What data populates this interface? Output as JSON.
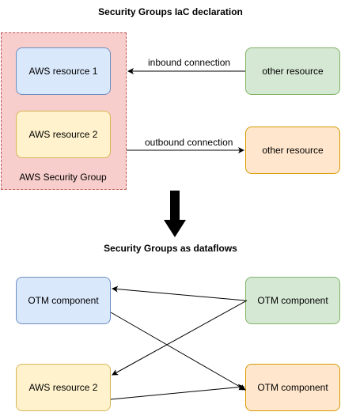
{
  "top": {
    "title": "Security Groups IaC declaration",
    "group_label": "AWS Security Group",
    "resource1": "AWS resource 1",
    "resource2": "AWS resource 2",
    "other_top": "other resource",
    "other_bottom": "other resource",
    "inbound_label": "inbound connection",
    "outbound_label": "outbound connection"
  },
  "bottom": {
    "title": "Security Groups as dataflows",
    "otm_left": "OTM component",
    "aws_resource2": "AWS resource 2",
    "otm_right_top": "OTM component",
    "otm_right_bottom": "OTM component"
  },
  "colors": {
    "group_fill": "#f8cecc",
    "blue": "#dae8fc",
    "yellow": "#fff2cc",
    "green": "#d5e8d4",
    "orange": "#ffe6cc"
  }
}
